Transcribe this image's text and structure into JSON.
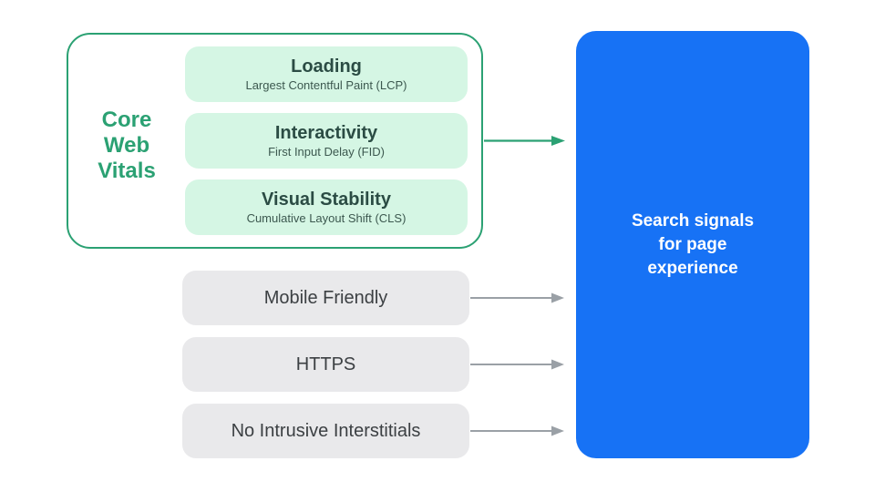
{
  "colors": {
    "green": "#2ba173",
    "green-light": "#d5f6e4",
    "pill-title": "#2b4c44",
    "pill-subtitle": "#3c584f",
    "gray-bg": "#e9e9eb",
    "gray-text": "#3c4043",
    "arrow-gray": "#9aa0a6",
    "blue": "#1772f5",
    "blue-text": "#ffffff"
  },
  "core_web_vitals": {
    "label_lines": [
      "Core",
      "Web",
      "Vitals"
    ],
    "metrics": [
      {
        "title": "Loading",
        "subtitle": "Largest Contentful Paint (LCP)"
      },
      {
        "title": "Interactivity",
        "subtitle": "First Input Delay (FID)"
      },
      {
        "title": "Visual Stability",
        "subtitle": "Cumulative Layout Shift (CLS)"
      }
    ]
  },
  "other_signals": [
    "Mobile Friendly",
    "HTTPS",
    "No Intrusive Interstitials"
  ],
  "result_box": {
    "lines": [
      "Search signals",
      "for page",
      "experience"
    ]
  }
}
